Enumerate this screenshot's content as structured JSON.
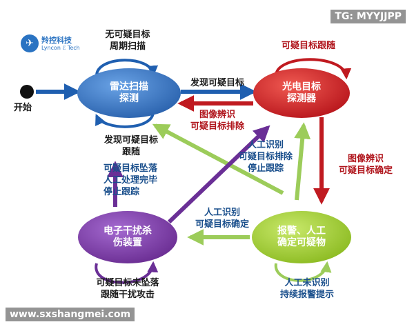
{
  "watermark_top": "TG: MYYJJPP",
  "watermark_bottom": "www.sxshangmei.com",
  "logo": {
    "name_cn": "羚控科技",
    "name_en": "Lyncon ℰ Tech"
  },
  "start": {
    "label": "开始"
  },
  "nodes": {
    "radar": "雷达扫描\n探测",
    "eo": "光电目标\n探测器",
    "alarm": "报警、人工\n确定可疑物",
    "ecm": "电子干扰杀\n伤装置"
  },
  "labels": {
    "radar_self": "无可疑目标\n周期扫描",
    "eo_self": "可疑目标跟随",
    "radar_to_eo": "发现可疑目标",
    "eo_to_radar": "图像辨识\n可疑目标排除",
    "radar_found": "发现可疑目标\n跟随",
    "ecm_to_radar": "可疑目标坠落\n人工处理完毕\n停止跟踪",
    "alarm_to_radar": "人工识别\n可疑目标排除\n停止跟踪",
    "eo_to_alarm": "图像辨识\n可疑目标确定",
    "alarm_to_ecm": "人工识别\n可疑目标确定",
    "ecm_self": "可疑目标未坠落\n跟随干扰攻击",
    "alarm_self": "人工未识别\n持续报警提示"
  },
  "colors": {
    "radar_fill": "#3f7cc8",
    "eo_fill": "#d8282a",
    "alarm_fill": "#9acd32",
    "ecm_fill": "#7a3da0",
    "arrow_blue": "#1f5fb0",
    "arrow_red": "#c01a20",
    "arrow_green": "#9ccc5a",
    "arrow_purple": "#6a2f96"
  }
}
